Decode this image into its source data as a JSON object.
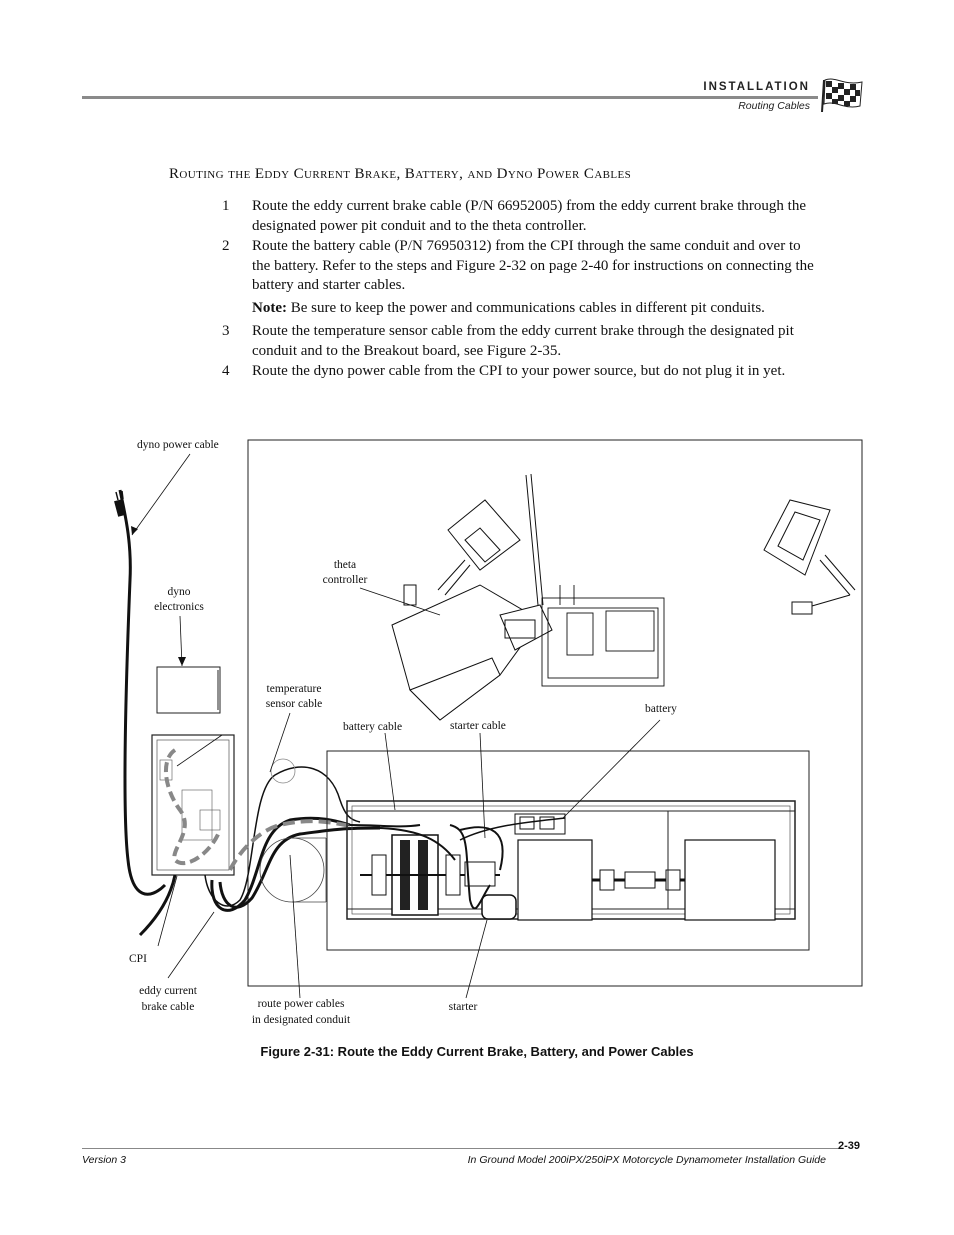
{
  "header": {
    "section": "INSTALLATION",
    "subsection": "Routing Cables"
  },
  "section_title": "Routing the Eddy Current Brake, Battery, and Dyno Power Cables",
  "steps": [
    {
      "number": "1",
      "text": "Route the eddy current brake cable (P/N 66952005) from the eddy current brake through the designated power pit conduit and to the theta controller."
    },
    {
      "number": "2",
      "text": "Route the battery cable (P/N 76950312) from the CPI through the same conduit and over to the battery. Refer to the steps and Figure 2-32 on page 2-40 for instructions on connecting the battery and starter cables."
    },
    {
      "number": "3",
      "text": "Route the temperature sensor cable from the eddy current brake through the designated pit conduit and to the Breakout board, see Figure 2-35."
    },
    {
      "number": "4",
      "text": "Route the dyno power cable from the CPI to your power source, but do not plug it in yet."
    }
  ],
  "note": {
    "label": "Note:",
    "text": " Be sure to keep the power and communications cables in different pit conduits."
  },
  "figure": {
    "labels": {
      "dyno_power_cable": "dyno power cable",
      "dyno_electronics_1": "dyno",
      "dyno_electronics_2": "electronics",
      "theta_controller_1": "theta",
      "theta_controller_2": "controller",
      "temperature_sensor_1": "temperature",
      "temperature_sensor_2": "sensor cable",
      "battery_cable": "battery cable",
      "starter_cable": "starter cable",
      "battery": "battery",
      "cpi": "CPI",
      "eddy_current_1": "eddy current",
      "eddy_current_2": "brake cable",
      "route_power_1": "route power cables",
      "route_power_2": "in designated conduit",
      "starter": "starter"
    },
    "caption": "Figure 2-31: Route the Eddy Current Brake, Battery, and Power Cables"
  },
  "footer": {
    "page": "2-39",
    "version": "Version 3",
    "doc_title": "In Ground Model 200iPX/250iPX Motorcycle Dynamometer Installation Guide"
  }
}
